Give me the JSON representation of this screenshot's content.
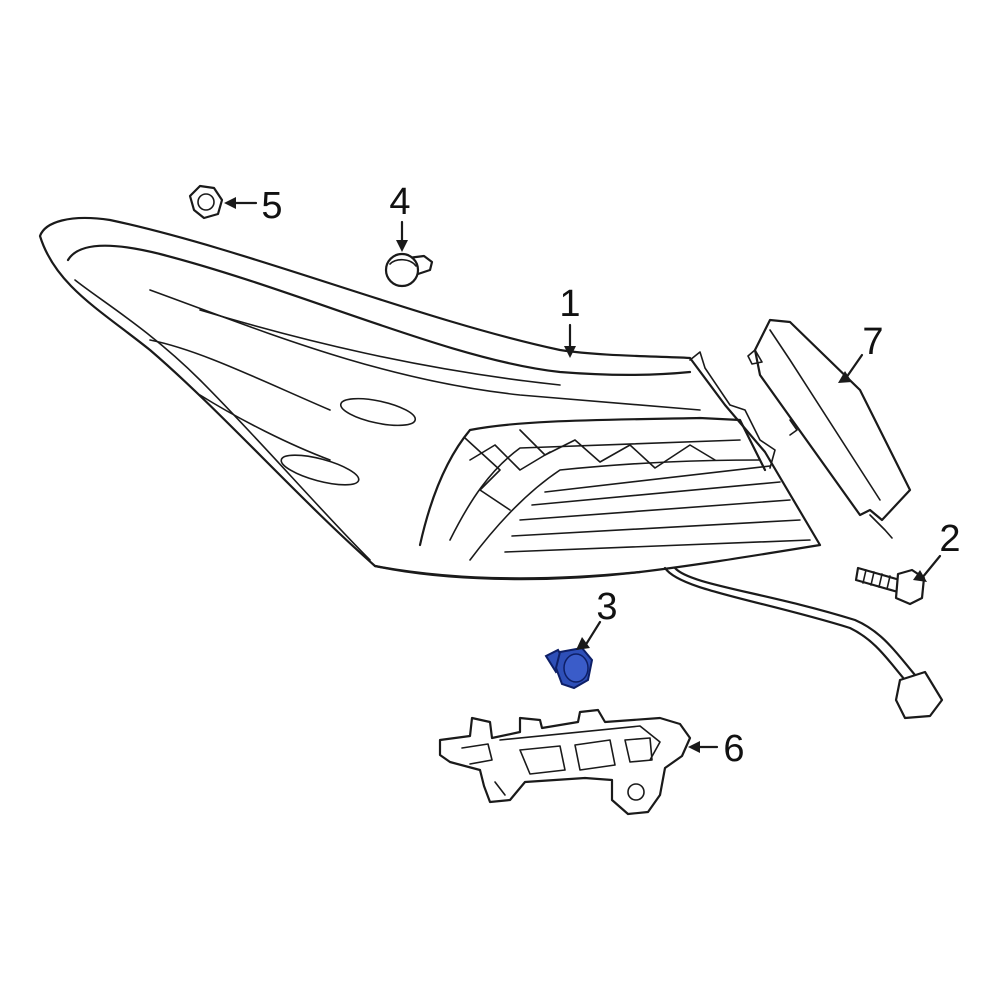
{
  "callouts": {
    "c1": "1",
    "c2": "2",
    "c3": "3",
    "c4": "4",
    "c5": "5",
    "c6": "6",
    "c7": "7"
  },
  "colors": {
    "line": "#1a1a1a",
    "highlight_fill": "#2e4fb8",
    "highlight_stroke": "#0e1f66",
    "background": "#ffffff"
  }
}
